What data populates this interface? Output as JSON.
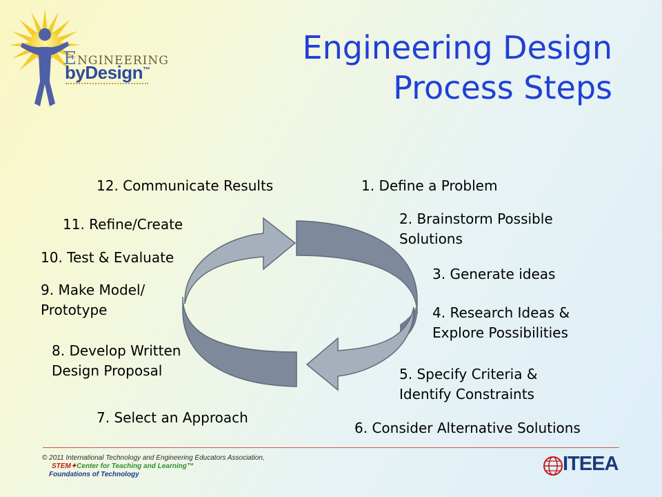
{
  "logo": {
    "word1_cap": "E",
    "word1_rest": "NGINEERING",
    "word2": "byDesign",
    "word2_tm": "™",
    "icon": "sun-figure-logo-icon"
  },
  "title": {
    "line1": "Engineering Design",
    "line2": "Process Steps"
  },
  "steps": [
    "1. Define a Problem",
    "2. Brainstorm Possible",
    "Solutions",
    "3. Generate ideas",
    "4. Research Ideas &",
    "Explore Possibilities",
    "5. Specify Criteria &",
    "Identify Constraints",
    "6. Consider Alternative Solutions",
    "7. Select an Approach",
    "8. Develop Written",
    "Design Proposal",
    "9. Make Model/",
    "Prototype",
    "10. Test & Evaluate",
    "11. Refine/Create",
    "12. Communicate Results"
  ],
  "footer": {
    "line1": "© 2011 International Technology and Engineering Educators Association,",
    "line2_stem": "STEM✦",
    "line2_rest": "Center for Teaching and Learning™",
    "line3": "Foundations of Technology"
  },
  "iteea": {
    "text": "ITEEA",
    "icon": "iteea-globe-logo-icon"
  },
  "colors": {
    "title": "#1f40d6",
    "arrow": "#8d99a8",
    "divider": "#c9584f"
  }
}
